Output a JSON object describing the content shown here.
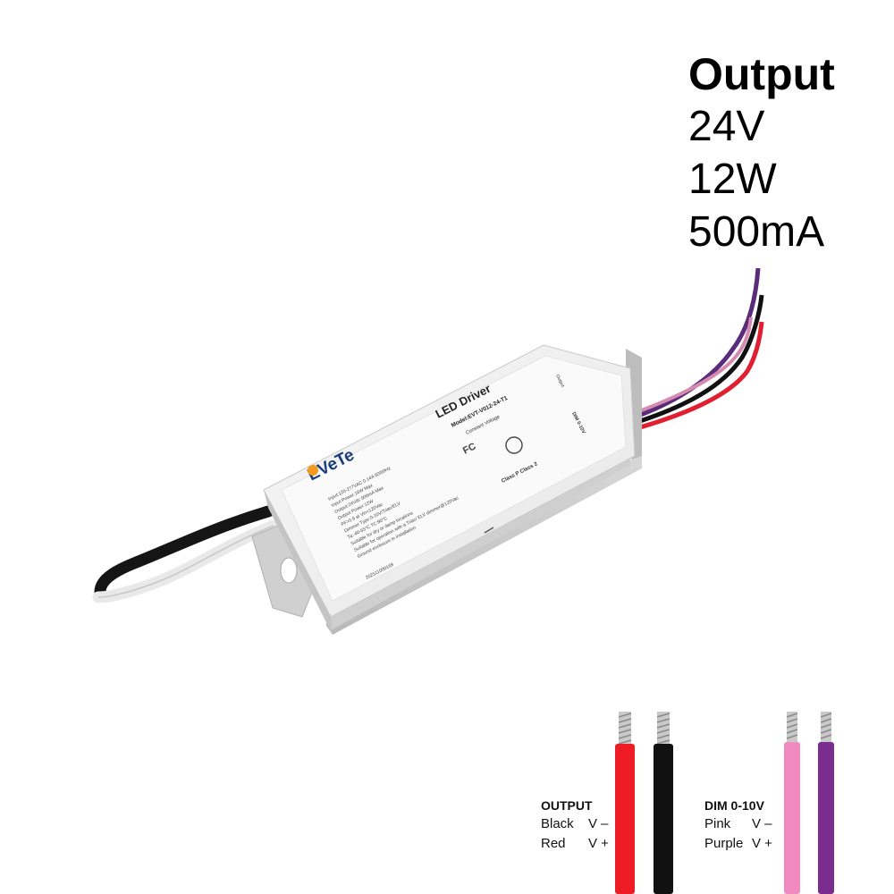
{
  "spec": {
    "heading": "Output",
    "voltage": "24V",
    "power": "12W",
    "current": "500mA"
  },
  "driver_label": {
    "brand": "EVeTe",
    "product": "LED Driver",
    "model": "Model:EVT-V012-24-T1",
    "type": "Constant Voltage",
    "input": "Input:120-277VAC 0.14A 50/60Hz",
    "input_power": "Input Power:16W Max",
    "output": "Output:24Vdc 500mA Max",
    "output_power": "Output Power:12W",
    "pf": "PF>0.9 at Vin=120Vac",
    "dimmer": "Dimmer Type:0-10V/Triac/ELV",
    "ta": "Ta:-40-55°C  TC:90°C",
    "suitable1": "Suitable for dry or damp locations",
    "suitable2": "Suitable for operation with a Triac/ ELV dimmer@120Vac",
    "ground": "Ground enclosure in installation",
    "class": "Class P  Class 2",
    "serial": "202511000169",
    "dim_label": "DIM 0-10V",
    "output_label": "Output"
  },
  "legend": {
    "output": {
      "title": "OUTPUT",
      "rows": [
        {
          "color": "Black",
          "pol": "V –"
        },
        {
          "color": "Red",
          "pol": "V +"
        }
      ]
    },
    "dim": {
      "title": "DIM 0-10V",
      "rows": [
        {
          "color": "Pink",
          "pol": "V –"
        },
        {
          "color": "Purple",
          "pol": "V +"
        }
      ]
    }
  },
  "wire_colors": {
    "red": "#ee1c25",
    "black": "#111111",
    "pink": "#f08ac0",
    "purple": "#7b2d8f"
  }
}
